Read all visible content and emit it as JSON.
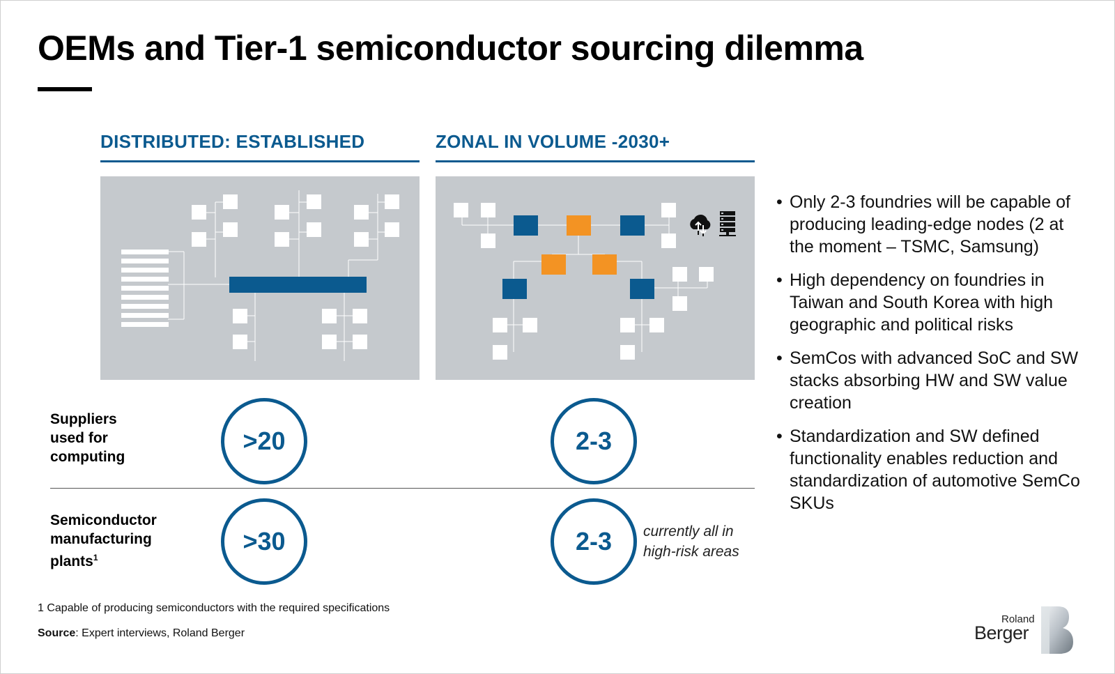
{
  "title": "OEMs and Tier-1 semiconductor sourcing dilemma",
  "columns": {
    "left": {
      "heading": "DISTRIBUTED: ESTABLISHED"
    },
    "right": {
      "heading": "ZONAL IN VOLUME -2030+"
    }
  },
  "rows": [
    {
      "label_lines": [
        "Suppliers",
        "used for",
        "computing"
      ],
      "left_value": ">20",
      "right_value": "2-3"
    },
    {
      "label_lines": [
        "Semiconductor",
        "manufacturing",
        "plants"
      ],
      "label_sup": "1",
      "left_value": ">30",
      "right_value": "2-3",
      "right_note_lines": [
        "currently all in",
        "high-risk areas"
      ]
    }
  ],
  "bullets": [
    "Only 2-3 foundries will be capable of producing leading-edge nodes (2 at the moment – TSMC, Samsung)",
    "High dependency on foundries in Taiwan and South Korea with high geographic and political risks",
    "SemCos with advanced SoC and SW stacks absorbing HW and SW value creation",
    "Standardization and SW defined functionality enables reduction and standardization of automotive SemCo SKUs"
  ],
  "footnote": "1 Capable of producing semiconductors with the required specifications",
  "source": {
    "label": "Source",
    "text": ": Expert interviews, Roland Berger"
  },
  "logo": {
    "line1": "Roland",
    "line2": "Berger"
  },
  "icons": {
    "cloud": "cloud-sync-icon",
    "server": "server-icon"
  },
  "colors": {
    "accent_blue": "#0b5a8f",
    "accent_orange": "#f39323",
    "panel_gray": "#c5c9cd"
  }
}
